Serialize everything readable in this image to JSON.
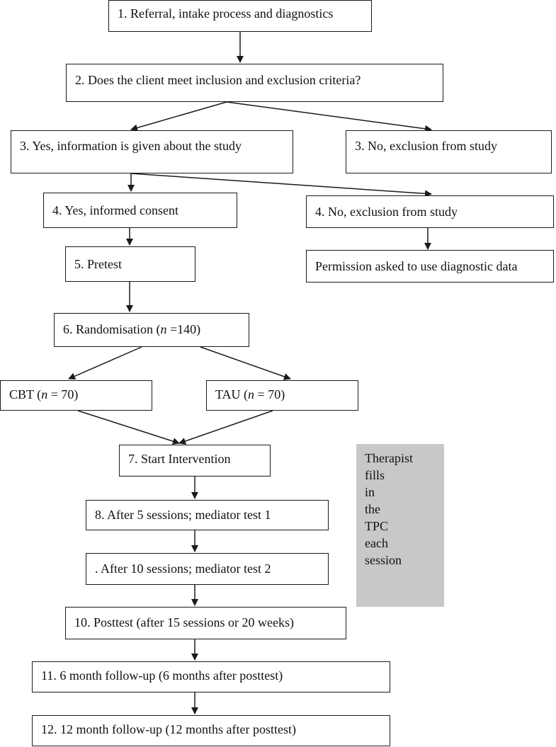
{
  "boxes": {
    "b1": "1. Referral, intake process and diagnostics",
    "b2": "2. Does the client meet inclusion and exclusion criteria?",
    "b3_yes": "3. Yes, information is given about the study",
    "b3_no": "3. No, exclusion from study",
    "b4_yes": "4. Yes, informed consent",
    "b4_no": "4. No, exclusion from study",
    "permission": "Permission asked to use diagnostic data",
    "b5": "5. Pretest",
    "b6_prefix": "6. Randomisation (",
    "b6_n": "n",
    "b6_suffix": " =140)",
    "cbt_prefix": "CBT (",
    "cbt_n": "n",
    "cbt_suffix": " = 70)",
    "tau_prefix": "TAU (",
    "tau_n": "n",
    "tau_suffix": " = 70)",
    "b7": "7. Start Intervention",
    "b8": "8. After 5 sessions; mediator test 1",
    "b9": ". After 10 sessions; mediator test 2",
    "b10": "10. Posttest (after 15 sessions or 20 weeks)",
    "b11": "11. 6 month follow-up  (6 months after posttest)",
    "b12": "12. 12 month follow-up  (12 months after posttest)"
  },
  "note": {
    "lines": [
      "Therapist",
      "fills",
      "in",
      "the",
      "TPC",
      "each",
      "session"
    ],
    "background": "#c8c8c8"
  }
}
